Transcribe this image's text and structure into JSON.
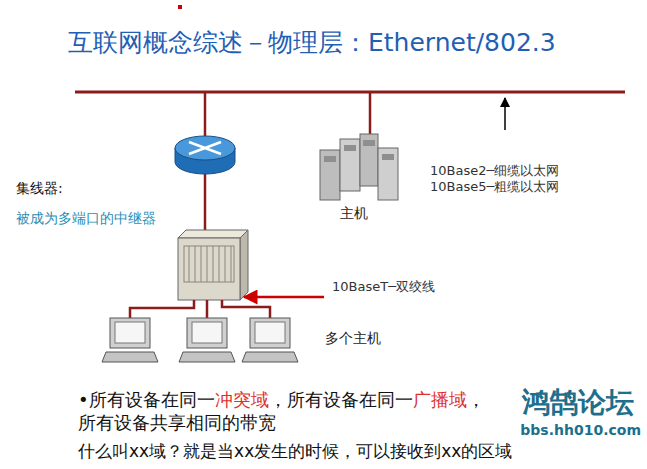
{
  "diagram": {
    "title": "互联网概念综述－物理层：Ethernet/802.3",
    "labels": [
      "10Base2─细缆以太网",
      "10Base5─粗缆以太网",
      "主机",
      "集线器:",
      "被成为多端口的中继器",
      "10BaseT─双绞线",
      "多个主机",
      "•所有设备在同一",
      "冲突域",
      "，所有设备在同一",
      "广播域",
      "，所有设备共享相同的带宽",
      "什么叫xx域？就是当xx发生的时候，可以接收到xx的区域",
      "鸿鹄论坛",
      "bbs.hh010.com"
    ]
  }
}
